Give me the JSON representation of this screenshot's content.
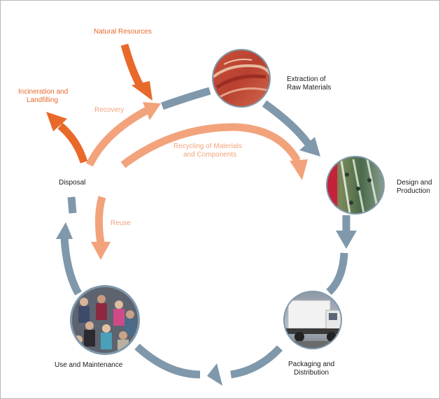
{
  "diagram": {
    "stages": {
      "extraction": [
        "Extraction of",
        "Raw Materials"
      ],
      "design": [
        "Design and",
        "Production"
      ],
      "packaging": [
        "Packaging and",
        "Distribution"
      ],
      "use": "Use and Maintenance",
      "disposal": "Disposal"
    },
    "inputs": {
      "natural_resources": "Natural Resources",
      "incineration": [
        "Incineration and",
        "Landfilling"
      ]
    },
    "loops": {
      "recovery": "Recovery",
      "recycling": [
        "Recycling of Materials",
        "and Components"
      ],
      "reuse": "Reuse"
    },
    "colors": {
      "cycle_arrow": "#7f98ab",
      "input_output_arrow": "#e8692a",
      "loop_arrow": "#f2a37c"
    }
  }
}
